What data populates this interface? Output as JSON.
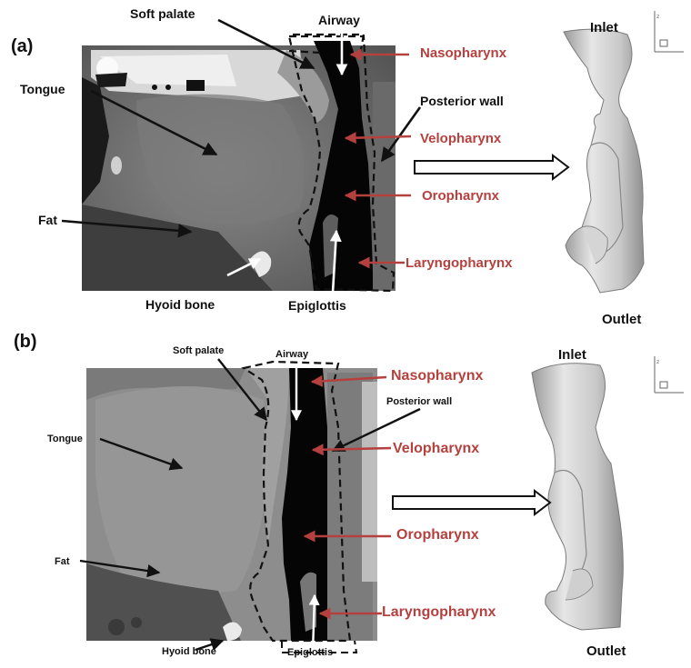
{
  "panel_a": {
    "label": "(a)",
    "labels": {
      "soft_palate": "Soft palate",
      "airway": "Airway",
      "tongue": "Tongue",
      "posterior_wall": "Posterior wall",
      "fat": "Fat",
      "hyoid_bone": "Hyoid bone",
      "epiglottis": "Epiglottis"
    },
    "regions": [
      "Nasopharynx",
      "Velopharynx",
      "Oropharynx",
      "Laryngopharynx"
    ],
    "model": {
      "inlet": "Inlet",
      "outlet": "Outlet"
    }
  },
  "panel_b": {
    "label": "(b)",
    "labels": {
      "soft_palate": "Soft palate",
      "airway": "Airway",
      "tongue": "Tongue",
      "posterior_wall": "Posterior wall",
      "fat": "Fat",
      "hyoid_bone": "Hyoid bone",
      "epiglottis": "Epiglottis"
    },
    "regions": [
      "Nasopharynx",
      "Velopharynx",
      "Oropharynx",
      "Laryngopharynx"
    ],
    "model": {
      "inlet": "Inlet",
      "outlet": "Outlet"
    }
  },
  "colors": {
    "region_label": "#b5413f",
    "region_arrow": "#b5413f",
    "annotation": "#111111"
  }
}
